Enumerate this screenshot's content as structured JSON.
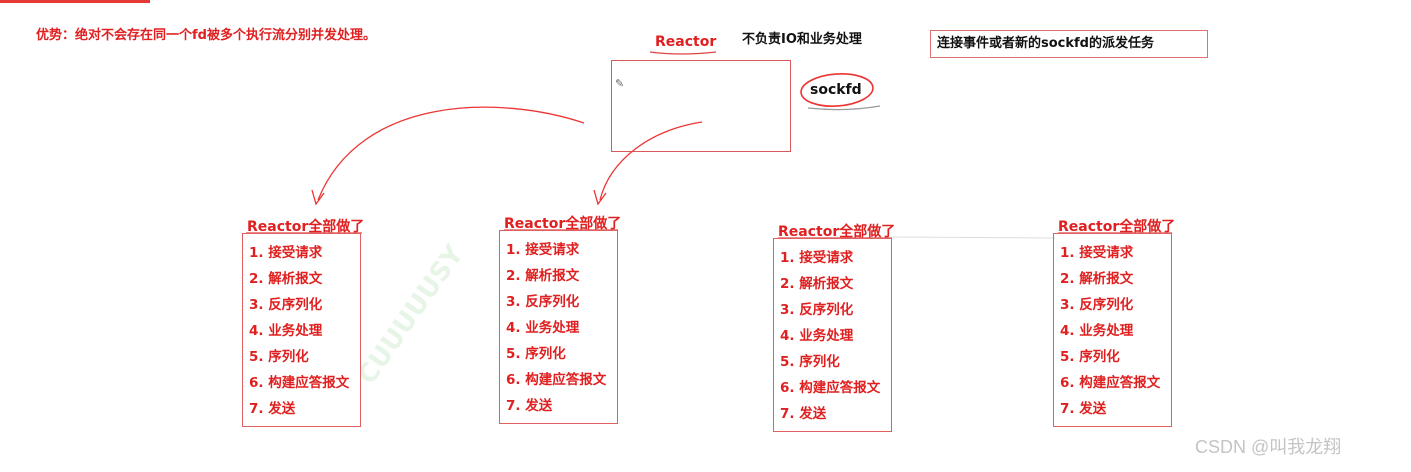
{
  "header": {
    "advantage_text": "优势：绝对不会存在同一个fd被多个执行流分别并发处理。",
    "reactor_title": "Reactor",
    "no_io_note": "不负责IO和业务处理",
    "dispatch_note": "连接事件或者新的sockfd的派发任务",
    "sockfd_label": "sockfd"
  },
  "colors": {
    "accent_red": "#e02020",
    "box_border": "#e06060"
  },
  "workers": [
    {
      "title": "Reactor全部做了",
      "steps": [
        "1. 接受请求",
        "2. 解析报文",
        "3. 反序列化",
        "4. 业务处理",
        "5. 序列化",
        "6. 构建应答报文",
        "7. 发送"
      ]
    },
    {
      "title": "Reactor全部做了",
      "steps": [
        "1. 接受请求",
        "2. 解析报文",
        "3. 反序列化",
        "4. 业务处理",
        "5. 序列化",
        "6. 构建应答报文",
        "7. 发送"
      ]
    },
    {
      "title": "Reactor全部做了",
      "steps": [
        "1. 接受请求",
        "2. 解析报文",
        "3. 反序列化",
        "4. 业务处理",
        "5. 序列化",
        "6. 构建应答报文",
        "7. 发送"
      ]
    },
    {
      "title": "Reactor全部做了",
      "steps": [
        "1. 接受请求",
        "2. 解析报文",
        "3. 反序列化",
        "4. 业务处理",
        "5. 序列化",
        "6. 构建应答报文",
        "7. 发送"
      ]
    }
  ],
  "watermark": "CSDN @叫我龙翔",
  "background_mark": "CUUUUUSY"
}
